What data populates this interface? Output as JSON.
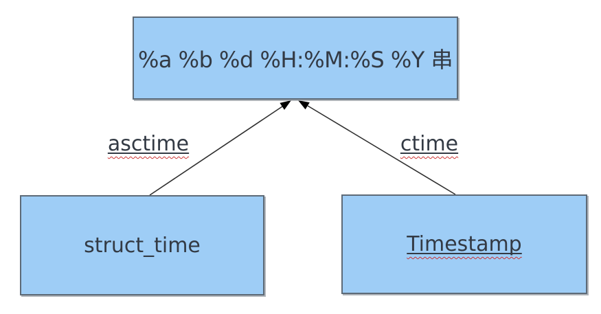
{
  "diagram": {
    "top_node": {
      "label": "%a %b %d %H:%M:%S %Y 串"
    },
    "left_node": {
      "label": "struct_time",
      "underlined": false,
      "misspelled": false
    },
    "right_node": {
      "label": "Timestamp",
      "underlined": true,
      "misspelled": true
    },
    "edges": {
      "left": {
        "label": "asctime",
        "from": "struct_time",
        "to": "%a %b %d %H:%M:%S %Y 串",
        "underlined": true,
        "misspelled": true
      },
      "right": {
        "label": "ctime",
        "from": "Timestamp",
        "to": "%a %b %d %H:%M:%S %Y 串",
        "underlined": true,
        "misspelled": true
      }
    },
    "colors": {
      "node_fill": "#9ecdf6",
      "node_border": "#5d6a77",
      "node_shadow": "#7d848c",
      "text": "#333a44",
      "arrow": "#2f2f2f",
      "spellcheck_wave": "#cc3333",
      "background": "#ffffff"
    }
  }
}
